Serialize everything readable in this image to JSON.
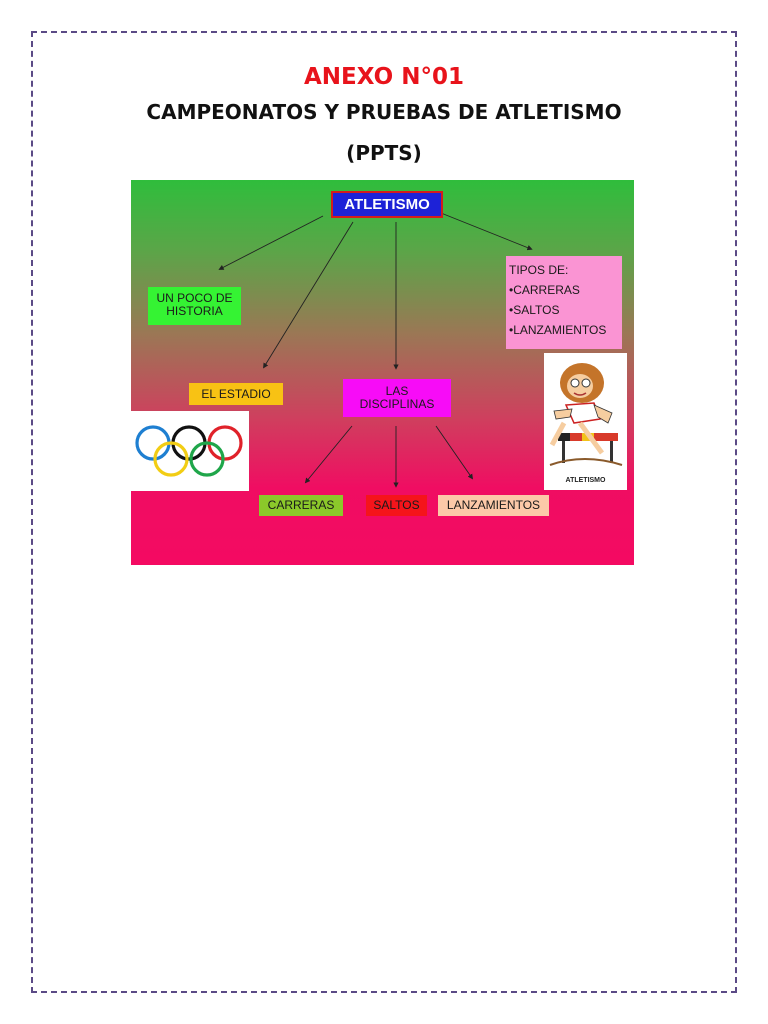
{
  "document": {
    "anexo_title": "ANEXO N°01",
    "subtitle": "CAMPEONATOS Y PRUEBAS DE ATLETISMO",
    "subtitle_suffix": "(PPTS)"
  },
  "slide": {
    "main_node": "ATLETISMO",
    "historia_line1": "UN POCO DE",
    "historia_line2": "HISTORIA",
    "tipos_title": "TIPOS DE:",
    "tipos_items": [
      "•CARRERAS",
      "•SALTOS",
      "•LANZAMIENTOS"
    ],
    "estadio": "EL ESTADIO",
    "disciplinas_line1": "LAS",
    "disciplinas_line2": "DISCIPLINAS",
    "carreras": "CARRERAS",
    "saltos": "SALTOS",
    "lanzamientos": "LANZAMIENTOS",
    "athlete_caption": "ATLETISMO"
  },
  "colors": {
    "anexo_red": "#e8131b",
    "main_node_blue": "#1d22d7",
    "historia_green": "#35f333",
    "tipos_pink": "#fa94d3",
    "estadio_yellow": "#f8c214",
    "disciplinas_magenta": "#f70cf7",
    "carreras_green": "#8bc82a",
    "saltos_red": "#f5141b",
    "lanzamientos_peach": "#fcc9a8"
  },
  "icons": [
    "olympic-rings-icon",
    "athlete-hurdler-icon"
  ]
}
